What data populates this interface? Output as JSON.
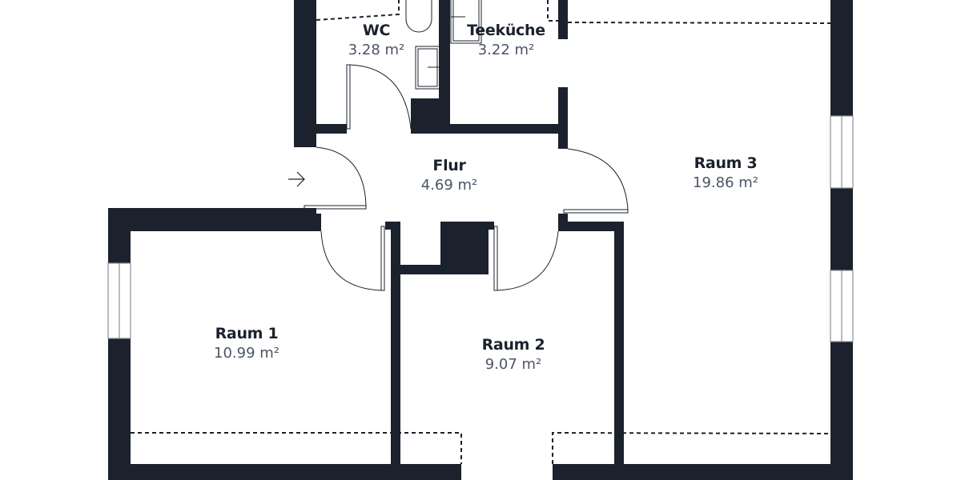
{
  "floorplan": {
    "colors": {
      "wall": "#1b222d",
      "name_text": "#1b222d",
      "area_text": "#4a5566",
      "window": "#8a8f96",
      "background": "#ffffff"
    },
    "entrance_icon": "arrow-right-icon",
    "rooms": [
      {
        "id": "wc",
        "name": "WC",
        "area": "3.28 m²"
      },
      {
        "id": "teekueche",
        "name": "Teeküche",
        "area": "3.22 m²"
      },
      {
        "id": "flur",
        "name": "Flur",
        "area": "4.69 m²"
      },
      {
        "id": "raum3",
        "name": "Raum 3",
        "area": "19.86 m²"
      },
      {
        "id": "raum1",
        "name": "Raum 1",
        "area": "10.99 m²"
      },
      {
        "id": "raum2",
        "name": "Raum 2",
        "area": "9.07 m²"
      }
    ]
  }
}
